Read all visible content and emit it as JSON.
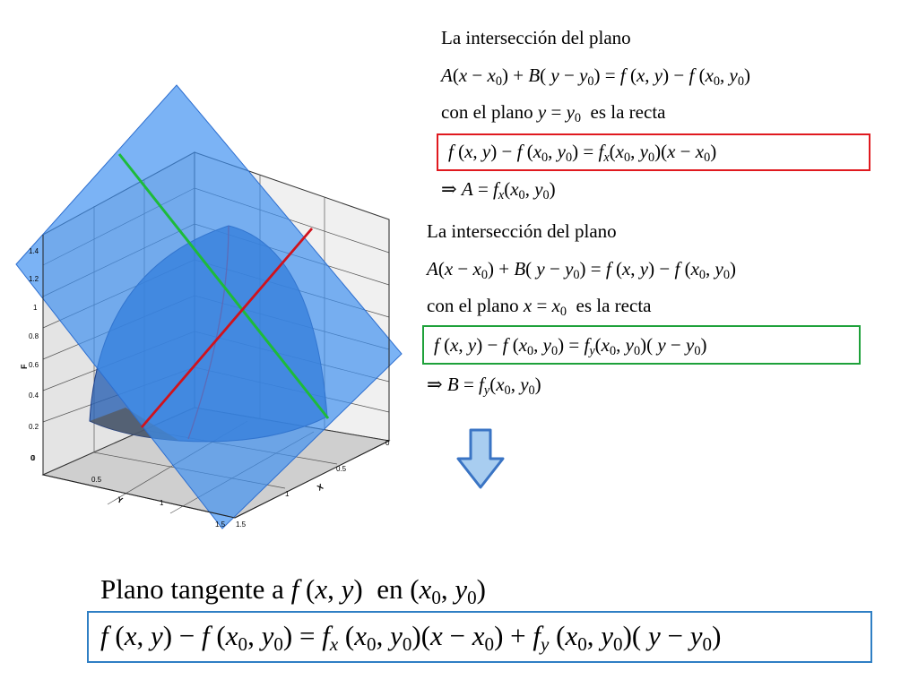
{
  "block1": {
    "heading": "La intersección del plano",
    "plane_eq": "A(x − x0) + B( y − y0) = f (x, y) − f (x0, y0)",
    "cond_prefix": "con el plano",
    "cond_eq": "y = y0",
    "cond_suffix": "es la recta",
    "line_eq": "f (x, y) − f (x0, y0) = fx(x0, y0)(x − x0)",
    "result": "⇒ A = fx(x0, y0)"
  },
  "block2": {
    "heading": "La intersección del plano",
    "plane_eq": "A(x − x0) + B( y − y0) = f (x, y) − f (x0, y0)",
    "cond_prefix": "con el plano",
    "cond_eq": "x = x0",
    "cond_suffix": "es la recta",
    "line_eq": "f (x, y) − f (x0, y0) = fy(x0, y0)( y − y0)",
    "result": "⇒ B = fy(x0, y0)"
  },
  "conclusion": {
    "title_prefix": "Plano tangente a",
    "title_func": "f (x, y)",
    "title_mid": "en",
    "title_point": "(x0, y0)",
    "formula": "f (x, y) − f (x0, y0) = fx(x0, y0)(x − x0) + fy(x0, y0)( y − y0)"
  },
  "plot": {
    "f_axis_label": "F",
    "f_ticks": [
      "0",
      "0.2",
      "0.4",
      "0.6",
      "0.8",
      "1",
      "1.2",
      "1.4"
    ],
    "y_axis_label": "Y",
    "y_ticks": [
      "0",
      "0.5",
      "1",
      "1.5"
    ],
    "x_axis_label": "X",
    "x_ticks": [
      "0",
      "0.5",
      "1",
      "1.5"
    ]
  },
  "colors": {
    "plane_fill": "#3d8ff0",
    "surface_fill": "#2a62b3",
    "line_red": "#d0121c",
    "line_green": "#1dbb3a",
    "arrow_fill": "#a8cdf0",
    "arrow_stroke": "#3a74c4",
    "box_red": "#e0191f",
    "box_green": "#1ea13a",
    "box_blue": "#2f7fc4"
  }
}
